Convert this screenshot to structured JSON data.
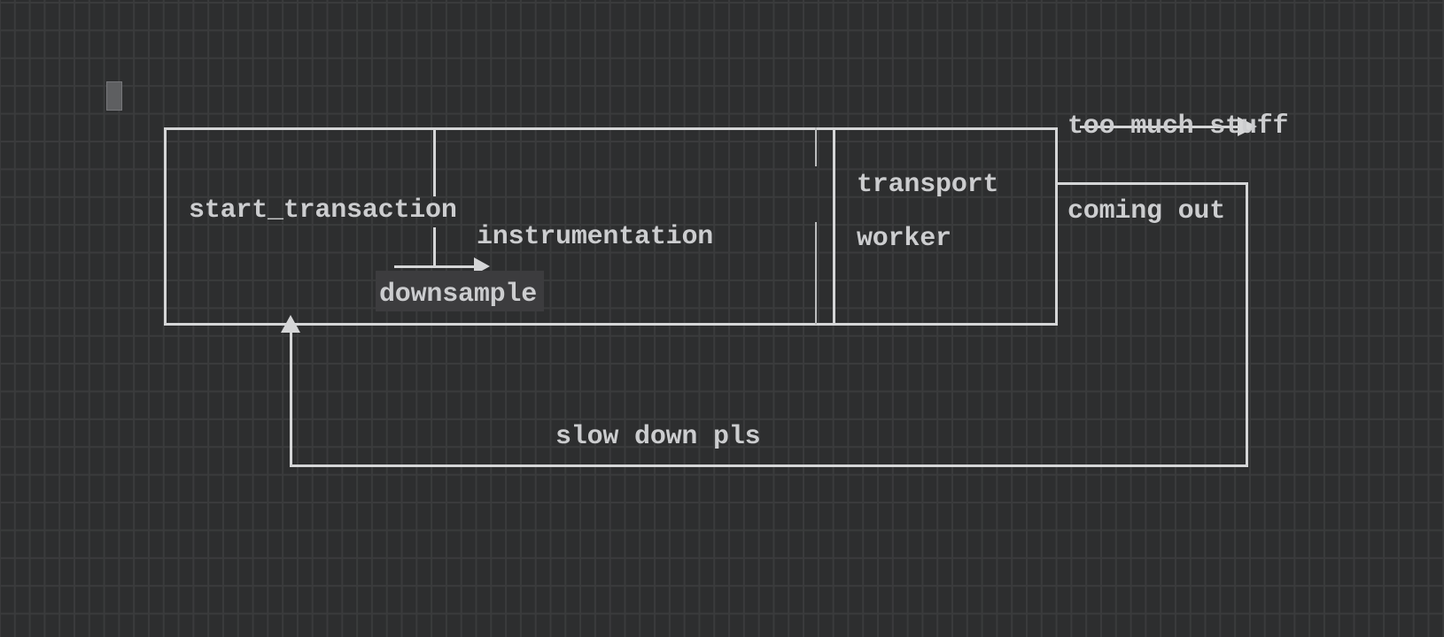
{
  "theme": {
    "background": "#2d2e2f",
    "grid_line": "#3a3b3c",
    "line_color": "#d5d6d7",
    "text_color": "#cccdcf",
    "cursor_color": "#5e5f61",
    "highlight_color": "#3c3c3e"
  },
  "diagram": {
    "labels": {
      "start_transaction": "start_transaction",
      "instrumentation": "instrumentation",
      "downsample": "downsample",
      "transport": "transport",
      "worker": "worker",
      "feedback_annotation": "slow down pls"
    },
    "output_annotation": {
      "line1": "too much stuff",
      "line2": "coming out"
    }
  }
}
